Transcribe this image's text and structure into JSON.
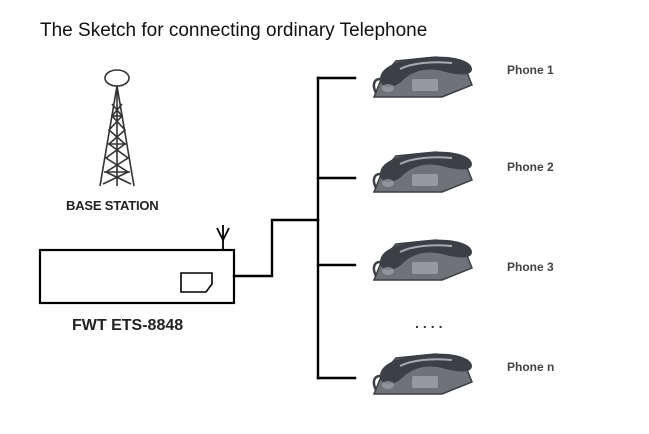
{
  "title": "The Sketch for connecting ordinary Telephone",
  "base_station": {
    "label": "BASE STATION"
  },
  "device": {
    "label": "FWT ETS-8848"
  },
  "ellipsis": "....",
  "phones": [
    {
      "label": "Phone 1"
    },
    {
      "label": "Phone 2"
    },
    {
      "label": "Phone 3"
    },
    {
      "label": "Phone n"
    }
  ],
  "colors": {
    "line": "#000000",
    "phone_body": "#6f7278",
    "phone_dark": "#3c3f45",
    "phone_light": "#a7aab0"
  }
}
